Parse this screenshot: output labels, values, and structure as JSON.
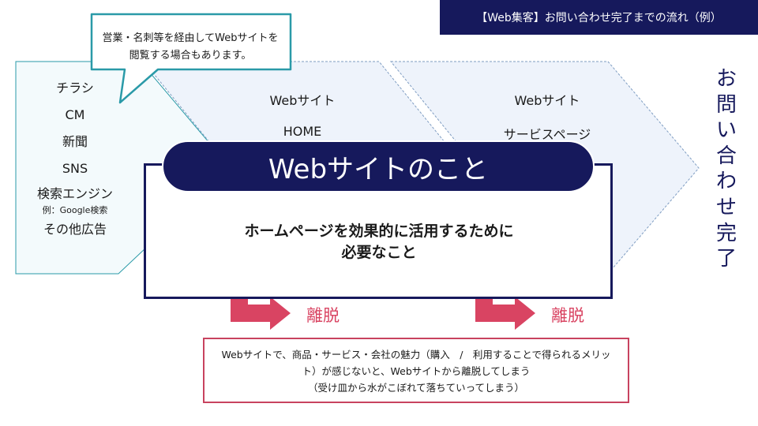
{
  "header": {
    "badge": "【Web集客】お問い合わせ完了までの流れ（例）"
  },
  "bubble": {
    "line1": "営業・名刺等を経由してWebサイトを",
    "line2": "閲覧する場合もあります。"
  },
  "channels": {
    "items": [
      "チラシ",
      "CM",
      "新聞",
      "SNS",
      "検索エンジン"
    ],
    "example": "例：Google検索",
    "other": "その他広告"
  },
  "step2": {
    "line1": "Webサイト",
    "line2": "HOME"
  },
  "step3": {
    "line1": "Webサイト",
    "line2": "サービスページ"
  },
  "goal": {
    "chars": [
      "お",
      "問",
      "い",
      "合",
      "わ",
      "せ",
      "完",
      "了"
    ]
  },
  "main": {
    "title": "Webサイトのこと",
    "subtitle_line1": "ホームページを効果的に活用するために",
    "subtitle_line2": "必要なこと"
  },
  "exits": {
    "label_1": "離脱",
    "label_2": "離脱"
  },
  "exit_note": {
    "line1": "Webサイトで、商品・サービス・会社の魅力（購入　/　利用することで得られるメリッ",
    "line2": "ト）が感じないと、Webサイトから離脱してしまう",
    "line3": "（受け皿から水がこぼれて落ちていってしまう）"
  },
  "colors": {
    "navy": "#16195c",
    "red": "#d94462",
    "teal": "#2a9aa8",
    "step_fill": "#eef3fb",
    "first_fill": "#f3fafc"
  }
}
